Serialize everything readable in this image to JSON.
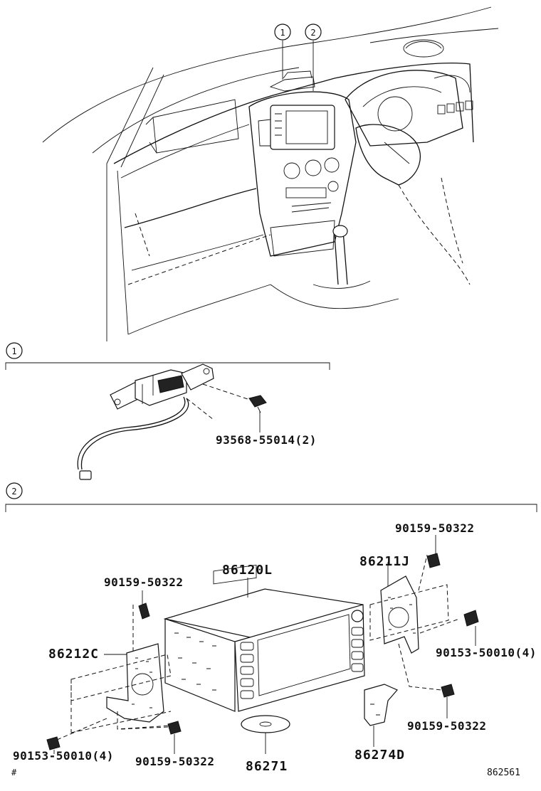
{
  "callouts": {
    "one": "1",
    "two": "2"
  },
  "sections": {
    "one": {
      "marker": "1"
    },
    "two": {
      "marker": "2"
    }
  },
  "parts": {
    "p93568": "93568-55014(2)",
    "p86120L": "86120L",
    "p86211J": "86211J",
    "p90159_top_right": "90159-50322",
    "p90159_left": "90159-50322",
    "p86212C": "86212C",
    "p90153_right": "90153-50010(4)",
    "p90159_right_lower": "90159-50322",
    "p90153_left": "90153-50010(4)",
    "p90159_bottom": "90159-50322",
    "p86271": "86271",
    "p86274D": "86274D"
  },
  "footer": {
    "mark": "#",
    "figure_id": "862561"
  }
}
